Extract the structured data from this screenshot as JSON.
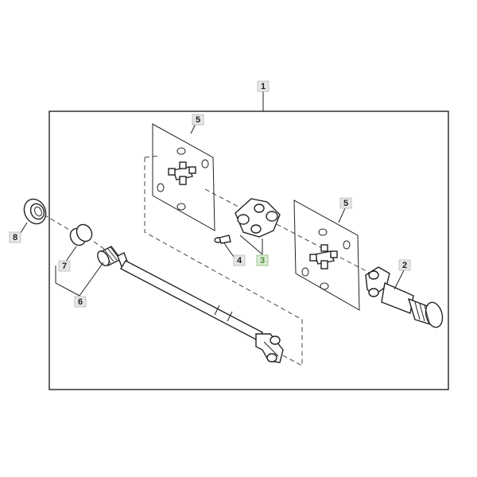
{
  "callouts": [
    {
      "id": "c1",
      "label": "1"
    },
    {
      "id": "c2",
      "label": "2"
    },
    {
      "id": "c3",
      "label": "3"
    },
    {
      "id": "c4",
      "label": "4"
    },
    {
      "id": "c5a",
      "label": "5"
    },
    {
      "id": "c5b",
      "label": "5"
    },
    {
      "id": "c6",
      "label": "6"
    },
    {
      "id": "c7",
      "label": "7"
    },
    {
      "id": "c8",
      "label": "8"
    }
  ],
  "colors": {
    "line": "#222222",
    "callout_bg": "#e6e6e6",
    "highlight_bg": "#d9ecd2",
    "highlight_text": "#4b8a3b"
  }
}
